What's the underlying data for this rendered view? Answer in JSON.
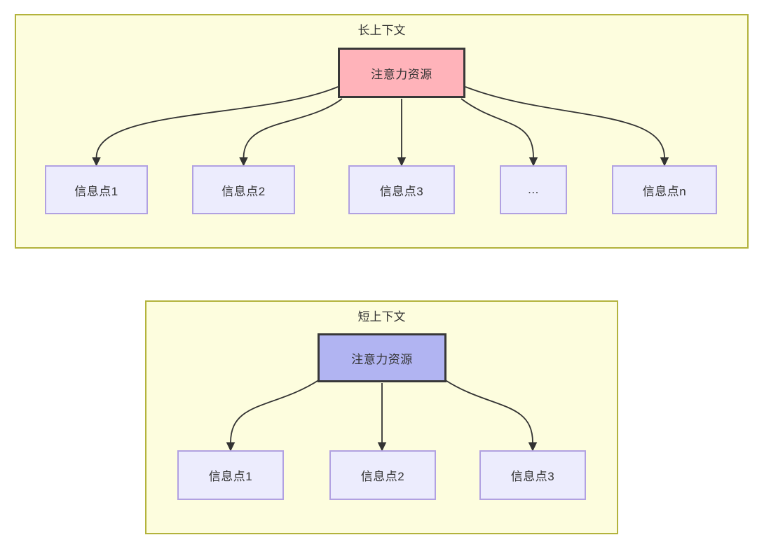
{
  "diagrams": [
    {
      "id": "long-context",
      "title": "长上下文",
      "root": {
        "label": "注意力资源",
        "fill": "#ffb3ba"
      },
      "children": [
        {
          "label": "信息点1"
        },
        {
          "label": "信息点2"
        },
        {
          "label": "信息点3"
        },
        {
          "label": "..."
        },
        {
          "label": "信息点n"
        }
      ]
    },
    {
      "id": "short-context",
      "title": "短上下文",
      "root": {
        "label": "注意力资源",
        "fill": "#b1b4f2"
      },
      "children": [
        {
          "label": "信息点1"
        },
        {
          "label": "信息点2"
        },
        {
          "label": "信息点3"
        }
      ]
    }
  ],
  "colors": {
    "page_background": "#ffffff",
    "cluster_fill": "#fdfdde",
    "cluster_border": "#b3b33c",
    "info_node_fill": "#ececfd",
    "info_node_border": "#b1a1e1",
    "root_border": "#383838",
    "root_fill_long": "#ffb3ba",
    "root_fill_short": "#b1b4f2",
    "arrow": "#333333",
    "text": "#333333"
  }
}
